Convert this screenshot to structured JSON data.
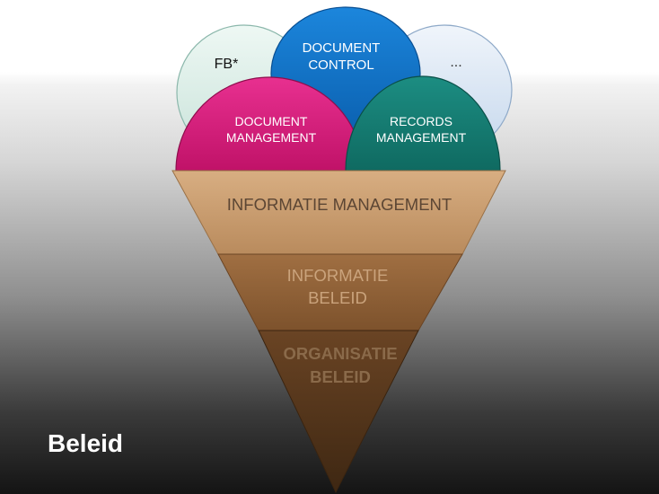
{
  "slide": {
    "caption": "Beleid"
  },
  "scoops": {
    "fb": "FB*",
    "document_control": [
      "DOCUMENT",
      "CONTROL"
    ],
    "more": "...",
    "document_management": [
      "DOCUMENT",
      "MANAGEMENT"
    ],
    "records_management": [
      "RECORDS",
      "MANAGEMENT"
    ]
  },
  "cone": {
    "layer1": "INFORMATIE MANAGEMENT",
    "layer2": [
      "INFORMATIE",
      "BELEID"
    ],
    "layer3": [
      "ORGANISATIE",
      "BELEID"
    ]
  },
  "colors": {
    "fb": "#dcefe8",
    "document_control": "#0b71c7",
    "more": "#dde8f4",
    "document_management": "#d61b7a",
    "records_management": "#137a70",
    "cone_top": "#c49a6c",
    "cone_mid": "#8e5f34",
    "cone_bottom": "#5a391c"
  }
}
